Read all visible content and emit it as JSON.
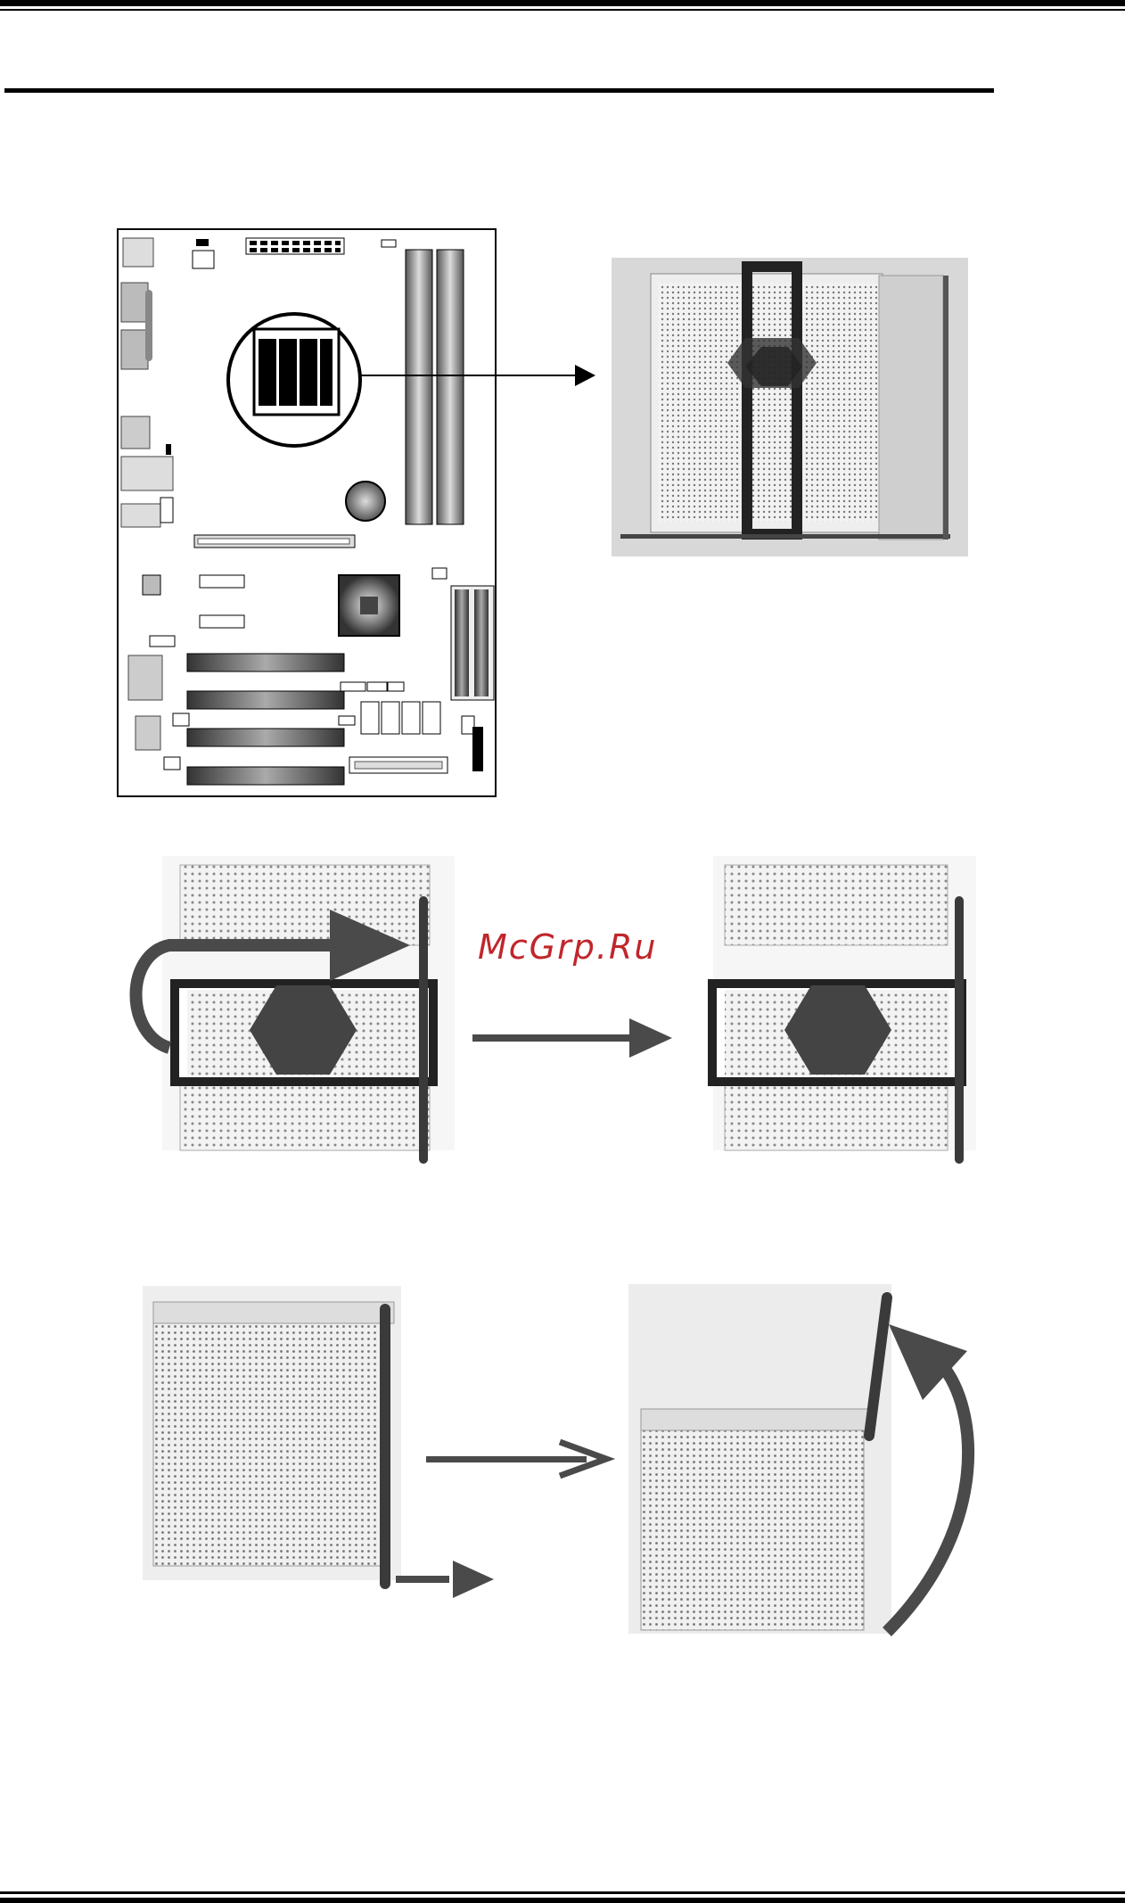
{
  "watermark": {
    "text": "McGrp.Ru",
    "color": "#c0262b"
  },
  "colors": {
    "arrow": "#4a4a4a",
    "socket_bg": "#ececec",
    "lever": "#3a3a3a"
  },
  "figures": {
    "board_layout": {
      "icon": "motherboard-diagram"
    },
    "socket_closeup": {
      "icon": "cpu-socket-photo"
    },
    "step_rotate": {
      "icon": "socket-with-cpu-photo"
    },
    "step_rotated": {
      "icon": "socket-with-cpu-photo"
    },
    "step_lever_pull": {
      "icon": "empty-socket-photo"
    },
    "step_lever_raised": {
      "icon": "empty-socket-lever-up-photo"
    }
  }
}
